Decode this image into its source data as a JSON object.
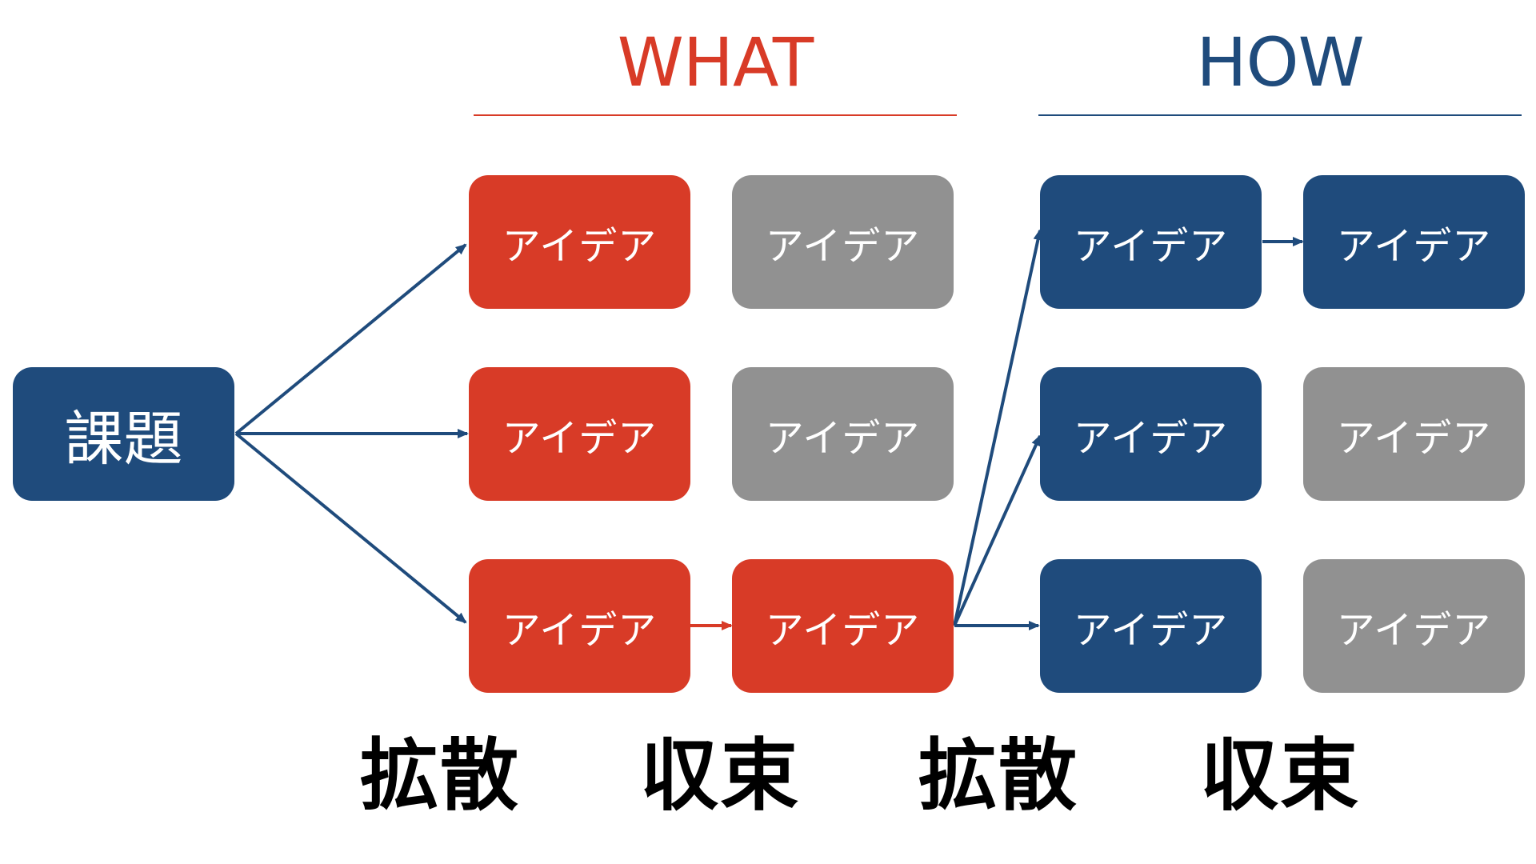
{
  "headers": {
    "what": "WHAT",
    "how": "HOW"
  },
  "task_label": "課題",
  "idea_label": "アイデア",
  "phases": [
    "拡散",
    "収束",
    "拡散",
    "収束"
  ],
  "colors": {
    "what_accent": "#d83b27",
    "how_accent": "#1f4b7c",
    "inactive": "#919191",
    "arrow": "#1f4b7c"
  },
  "grid": {
    "what_divergent": [
      "red",
      "red",
      "red"
    ],
    "what_convergent": [
      "gray",
      "gray",
      "red"
    ],
    "how_divergent": [
      "blue",
      "blue",
      "blue"
    ],
    "how_convergent": [
      "blue",
      "gray",
      "gray"
    ]
  }
}
